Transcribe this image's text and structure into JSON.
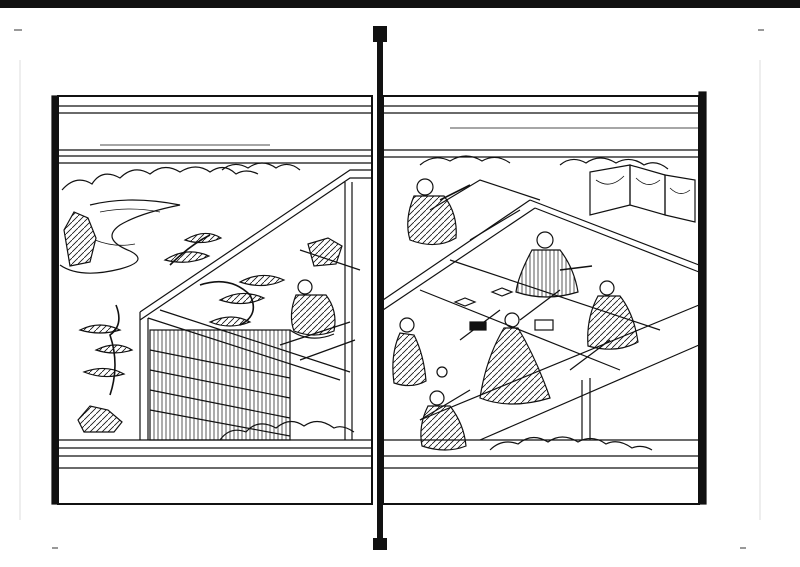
{
  "page": {
    "background": "#ffffff",
    "ink": "#111111",
    "scene_description_hidden": true
  },
  "illustration": {
    "type": "woodblock-print-double-page",
    "left_panel_icon": "garden-veranda-scene",
    "right_panel_icon": "tatami-room-gathering-scene"
  }
}
